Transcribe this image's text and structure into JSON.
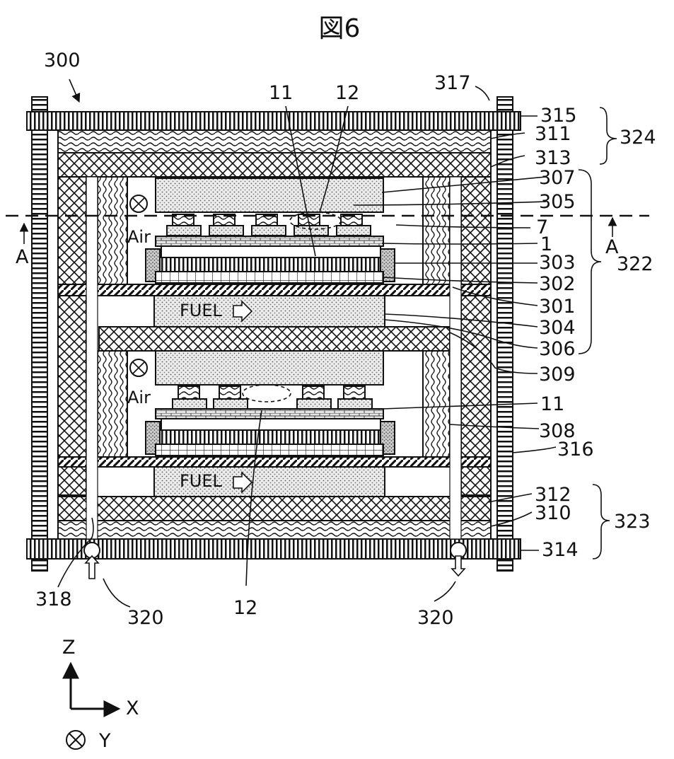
{
  "figure": {
    "title": "図6",
    "inner_text": {
      "air": "Air",
      "fuel": "FUEL",
      "section_mark": "A"
    },
    "labels": {
      "n300": "300",
      "n317": "317",
      "n315": "315",
      "n311": "311",
      "n313": "313",
      "n324": "324",
      "n307": "307",
      "n305": "305",
      "n7": "7",
      "n1": "1",
      "n303": "303",
      "n322": "322",
      "n302": "302",
      "n301": "301",
      "n304": "304",
      "n306": "306",
      "n309": "309",
      "n11": "11",
      "n12": "12",
      "n308": "308",
      "n316": "316",
      "n312": "312",
      "n310": "310",
      "n323": "323",
      "n314": "314",
      "n318": "318",
      "n320": "320"
    },
    "axes": {
      "z": "Z",
      "x": "X",
      "y": "Y"
    }
  }
}
